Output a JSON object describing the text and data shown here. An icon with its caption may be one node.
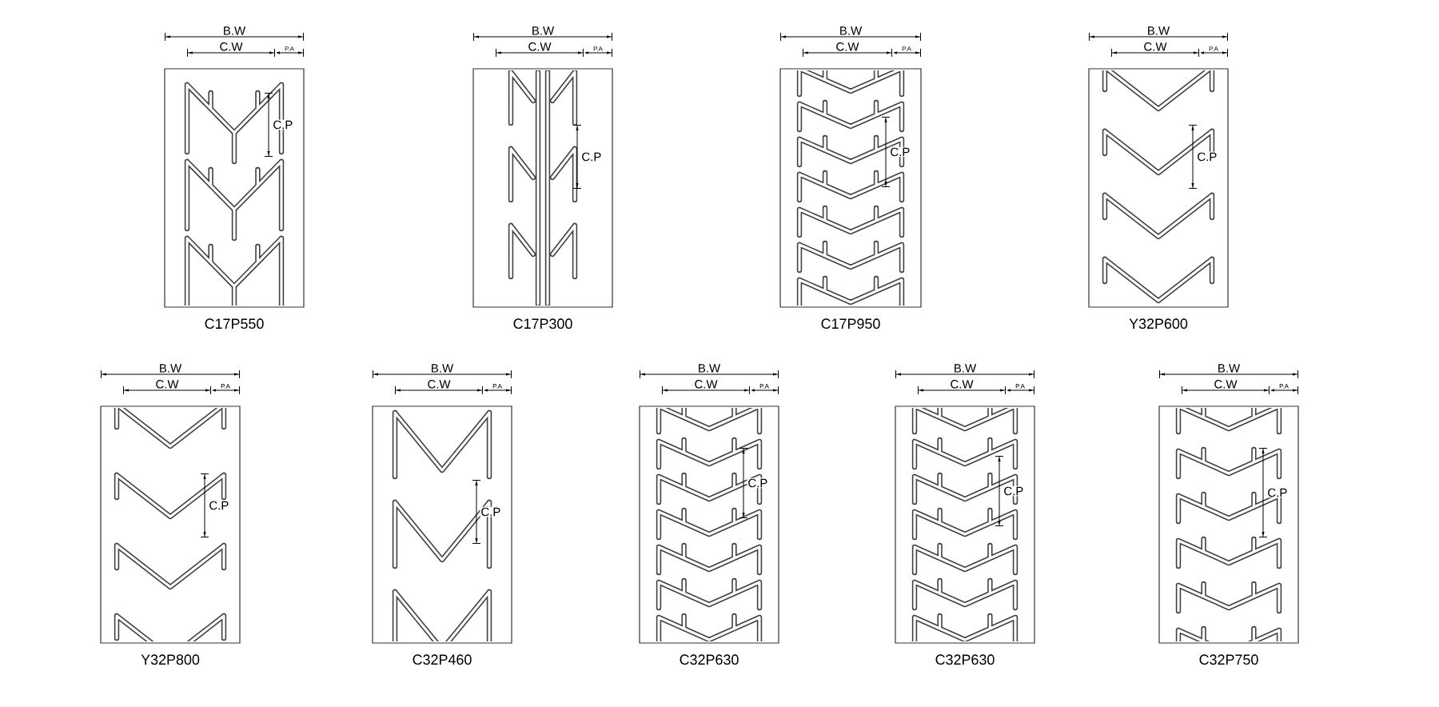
{
  "diagram": {
    "nodes": [
      {
        "text": [
          "C17P550"
        ]
      },
      {
        "text": [
          "C17P300"
        ]
      },
      {
        "text": [
          "C17P950"
        ]
      },
      {
        "text": [
          "Y32P600"
        ]
      },
      {
        "text": [
          "Y32P800"
        ]
      },
      {
        "text": [
          "C32P460"
        ]
      },
      {
        "text": [
          "C32P630"
        ]
      },
      {
        "text": [
          "C32P630"
        ]
      },
      {
        "text": [
          "C32P750"
        ]
      }
    ],
    "labels": [
      "B.W",
      "C.W",
      "P.A",
      "C.P",
      "B.W",
      "C.W",
      "P.A",
      "C.P",
      "B.W",
      "C.W",
      "P.A",
      "C.P",
      "B.W",
      "C.W",
      "P.A",
      "C.P",
      "B.W",
      "C.W",
      "P.A",
      "C.P",
      "B.W",
      "C.W",
      "P.A",
      "C.P",
      "B.W",
      "C.W",
      "P.A",
      "C.P",
      "B.W",
      "C.W",
      "P.A",
      "C.P",
      "B.W",
      "C.W",
      "P.A",
      "C.P"
    ]
  }
}
